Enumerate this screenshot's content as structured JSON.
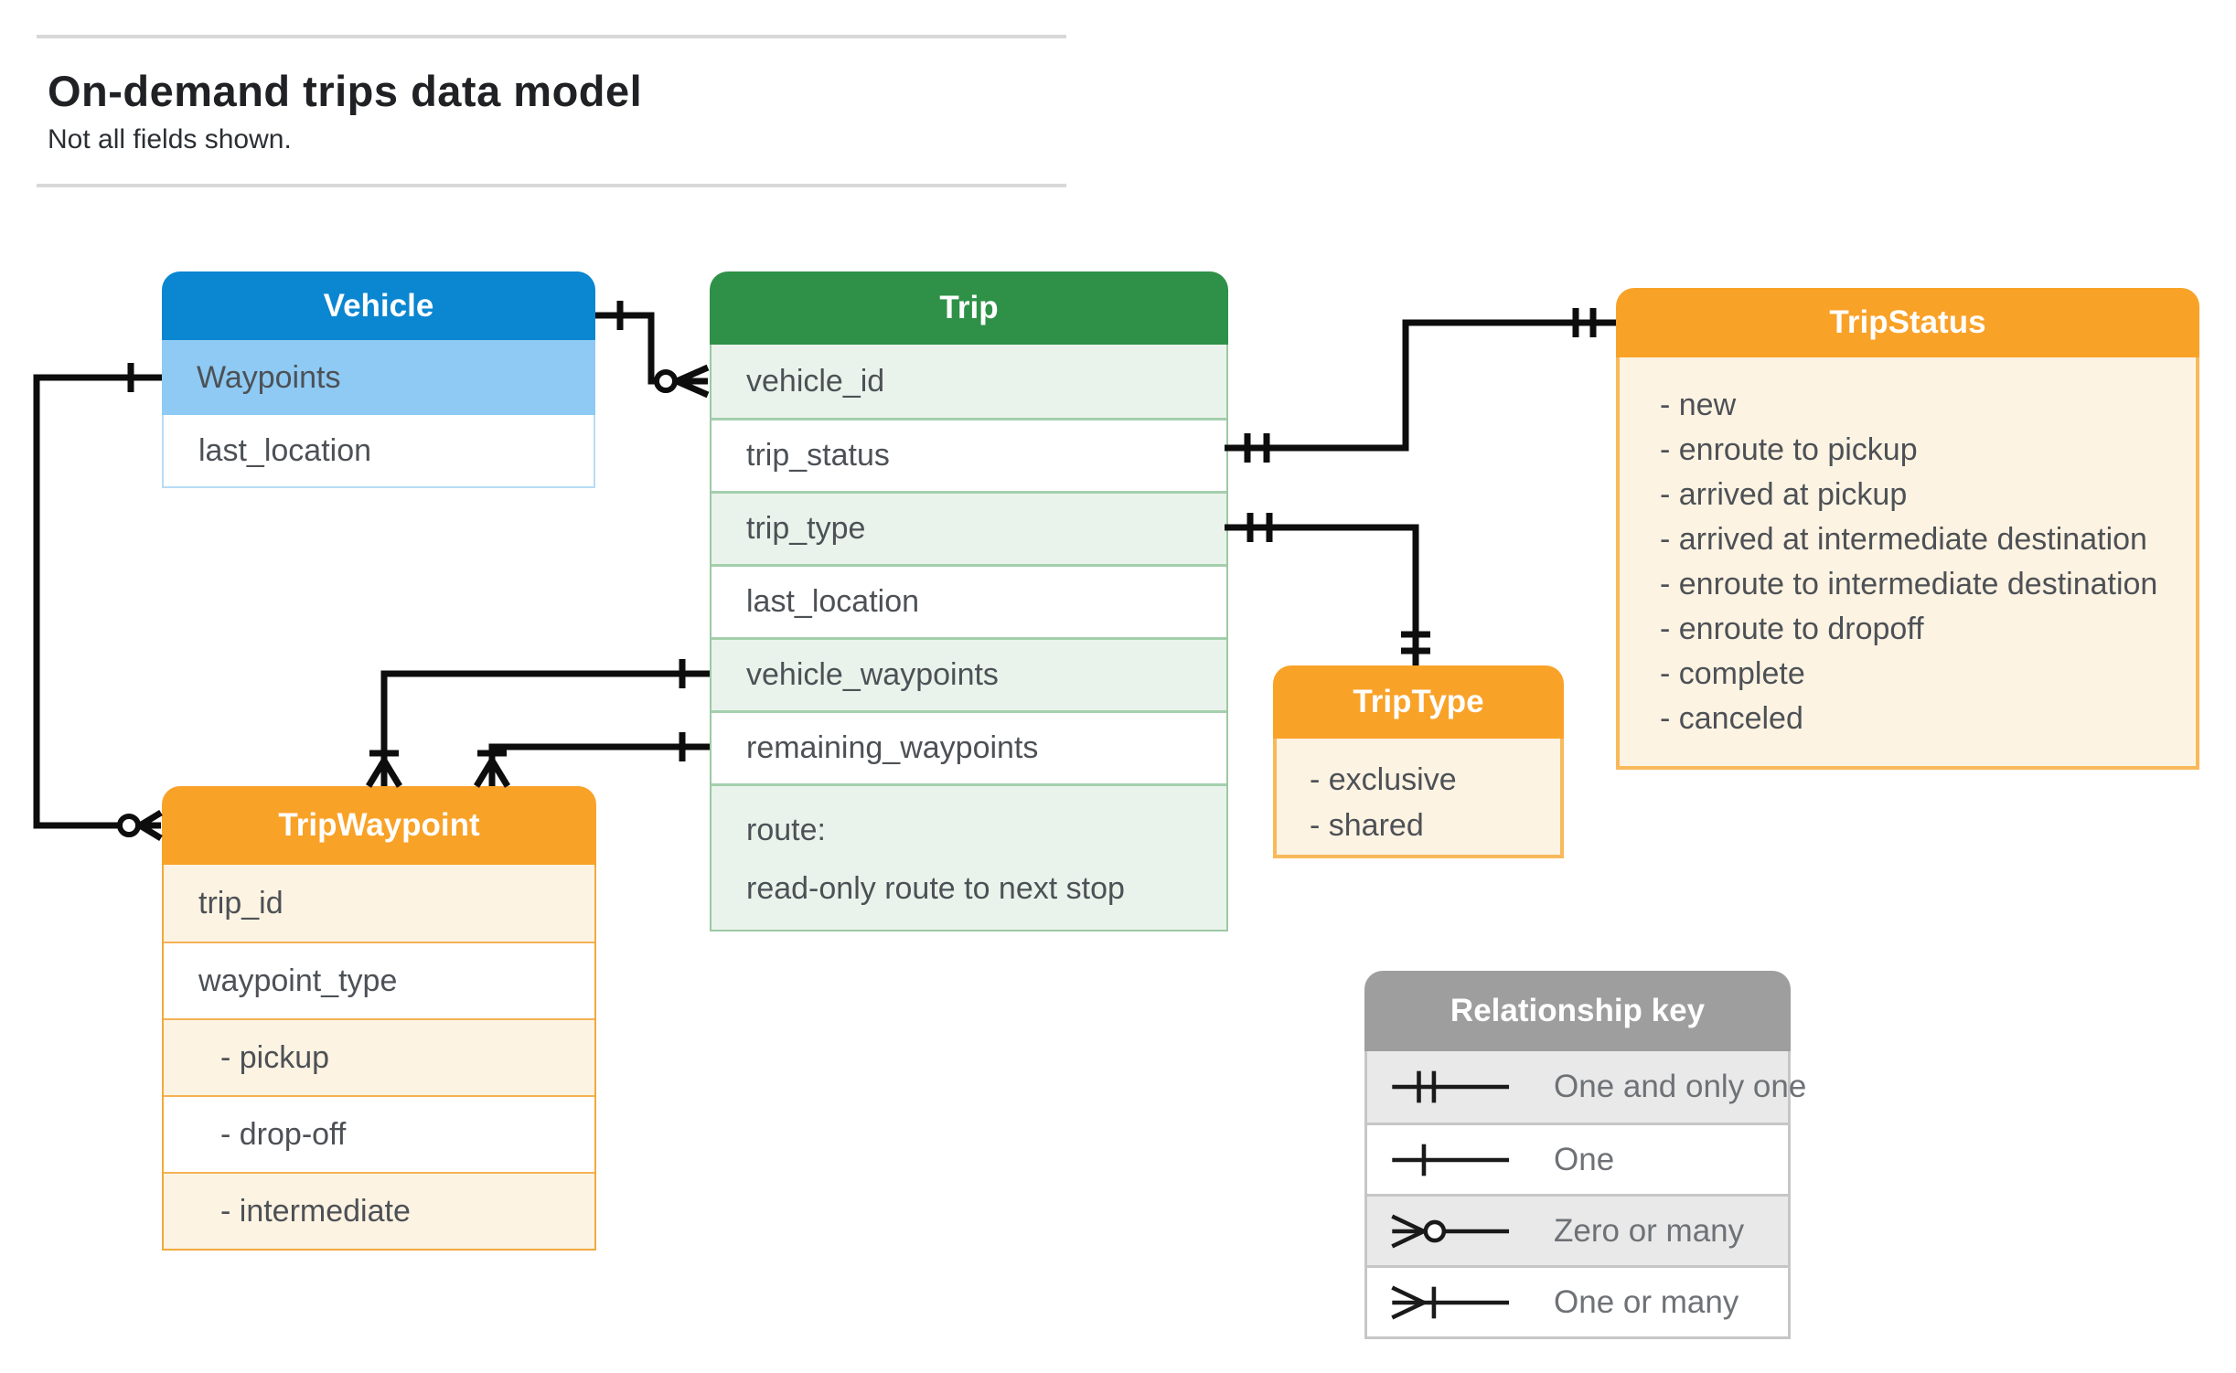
{
  "page": {
    "title": "On-demand trips data model",
    "subtitle": "Not all fields shown."
  },
  "colors": {
    "vehicle_header": "#0b86d0",
    "vehicle_highlight_row": "#8ecaf3",
    "trip_header": "#2e9147",
    "trip_row_tint": "#eaf3eb",
    "orange_header": "#f9a228",
    "orange_row_tint": "#fdf3e2",
    "key_header": "#9e9e9e",
    "key_row_tint": "#e9e9e9",
    "connector": "#0d0d0d"
  },
  "entities": {
    "vehicle": {
      "title": "Vehicle",
      "fields": [
        {
          "name": "Waypoints"
        },
        {
          "name": "last_location"
        }
      ]
    },
    "trip": {
      "title": "Trip",
      "fields": [
        {
          "name": "vehicle_id"
        },
        {
          "name": "trip_status"
        },
        {
          "name": "trip_type"
        },
        {
          "name": "last_location"
        },
        {
          "name": "vehicle_waypoints"
        },
        {
          "name": "remaining_waypoints"
        },
        {
          "name": "route:",
          "description": "read-only route to next stop"
        }
      ]
    },
    "tripstatus": {
      "title": "TripStatus",
      "values": [
        "- new",
        "- enroute to pickup",
        "- arrived at pickup",
        "- arrived at intermediate destination",
        "- enroute to intermediate destination",
        "- enroute to dropoff",
        "- complete",
        "- canceled"
      ]
    },
    "triptype": {
      "title": "TripType",
      "values": [
        "- exclusive",
        "- shared"
      ]
    },
    "tripwaypoint": {
      "title": "TripWaypoint",
      "fields": [
        {
          "name": "trip_id"
        },
        {
          "name": "waypoint_type"
        },
        {
          "name": "- pickup"
        },
        {
          "name": "- drop-off"
        },
        {
          "name": "- intermediate"
        }
      ]
    }
  },
  "relationships": [
    {
      "from": "Vehicle",
      "to": "Trip.vehicle_id",
      "from_cardinality": "one",
      "to_cardinality": "zero-or-many"
    },
    {
      "from": "Vehicle.Waypoints",
      "to": "TripWaypoint",
      "from_cardinality": "one",
      "to_cardinality": "zero-or-many"
    },
    {
      "from": "Trip.trip_status",
      "to": "TripStatus",
      "from_cardinality": "one-and-only-one",
      "to_cardinality": "one-and-only-one"
    },
    {
      "from": "Trip.trip_type",
      "to": "TripType",
      "from_cardinality": "one-and-only-one",
      "to_cardinality": "one-and-only-one"
    },
    {
      "from": "Trip.vehicle_waypoints",
      "to": "TripWaypoint",
      "from_cardinality": "one",
      "to_cardinality": "one-or-many"
    },
    {
      "from": "Trip.remaining_waypoints",
      "to": "TripWaypoint",
      "from_cardinality": "one",
      "to_cardinality": "one-or-many"
    }
  ],
  "legend": {
    "title": "Relationship key",
    "items": [
      {
        "symbol": "one-and-only-one",
        "label": "One and only one"
      },
      {
        "symbol": "one",
        "label": "One"
      },
      {
        "symbol": "zero-or-many",
        "label": "Zero or many"
      },
      {
        "symbol": "one-or-many",
        "label": "One or many"
      }
    ]
  }
}
